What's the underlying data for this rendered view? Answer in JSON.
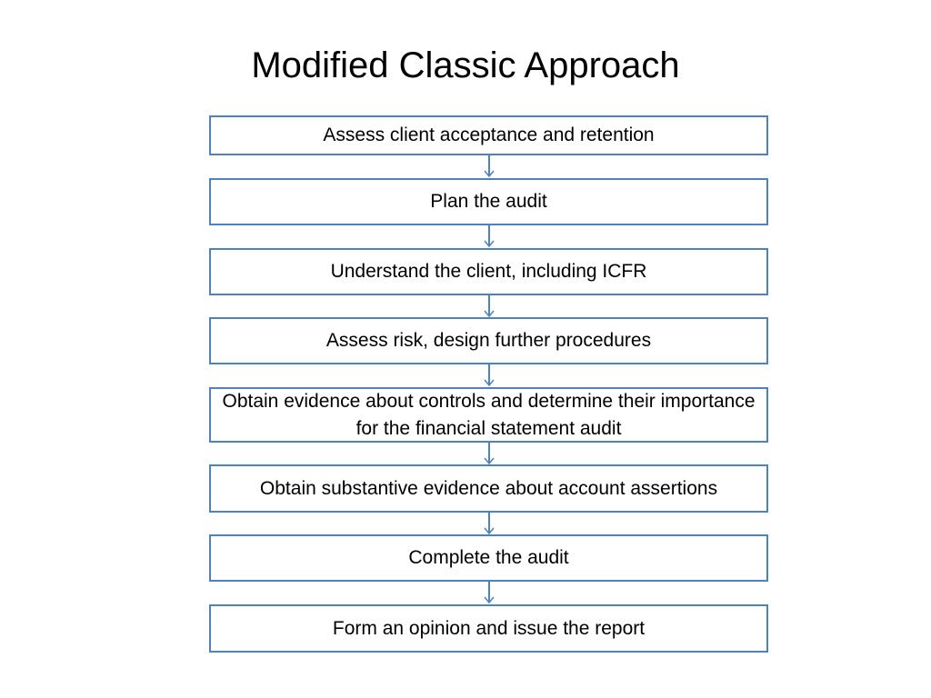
{
  "title": "Modified Classic Approach",
  "steps": [
    "Assess client acceptance and retention",
    "Plan the audit",
    "Understand the client, including ICFR",
    "Assess risk, design further procedures",
    "Obtain evidence about controls and determine their importance for the financial statement audit",
    "Obtain substantive evidence about account assertions",
    "Complete the audit",
    "Form an opinion and issue the report"
  ],
  "colors": {
    "box_border": "#4f81bd",
    "arrow": "#4f81bd",
    "text": "#000000",
    "background": "#ffffff"
  }
}
